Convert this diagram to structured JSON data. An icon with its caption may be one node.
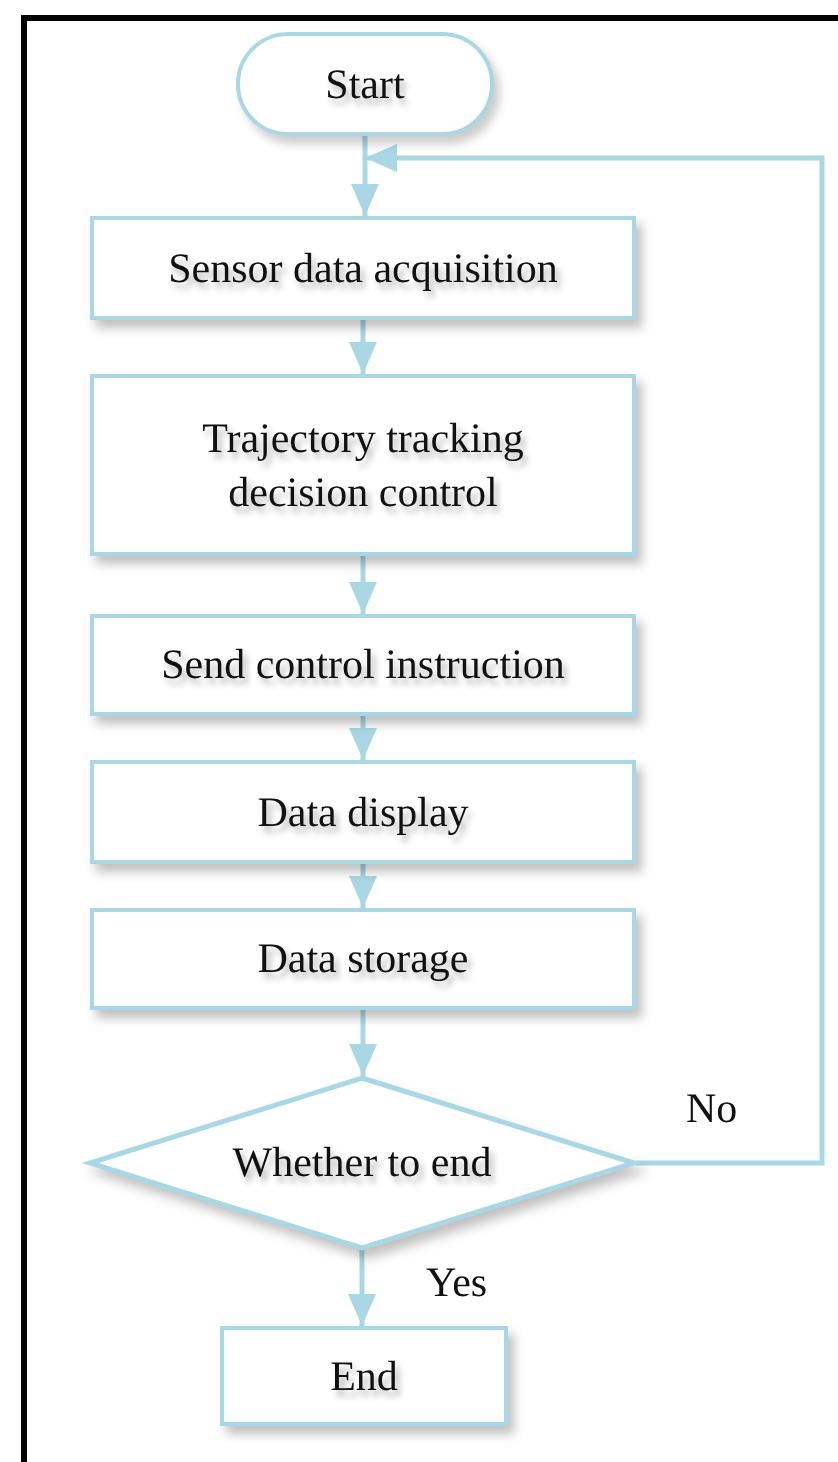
{
  "diagram": {
    "nodes": [
      {
        "text": [
          "Start"
        ]
      },
      {
        "text": [
          "Sensor data acquisition"
        ]
      },
      {
        "text": [
          "Trajectory tracking decision control"
        ]
      },
      {
        "text": [
          "Send control instruction"
        ]
      },
      {
        "text": [
          "Data display"
        ]
      },
      {
        "text": [
          "Data storage"
        ]
      },
      {
        "text": [
          "Whether to end"
        ]
      },
      {
        "text": [
          "End"
        ]
      }
    ],
    "edges": [
      {
        "from": 0,
        "to": 1,
        "arrow": "to"
      },
      {
        "from": 1,
        "to": 2,
        "arrow": "to"
      },
      {
        "from": 2,
        "to": 3,
        "arrow": "to"
      },
      {
        "from": 3,
        "to": 4,
        "arrow": "to"
      },
      {
        "from": 4,
        "to": 5,
        "arrow": "to"
      },
      {
        "from": 5,
        "to": 6,
        "arrow": "to"
      },
      {
        "from": 6,
        "to": 7,
        "label": "Yes",
        "arrow": "to"
      },
      {
        "from": 6,
        "to": 1,
        "label": "No",
        "arrow": "to"
      }
    ]
  }
}
